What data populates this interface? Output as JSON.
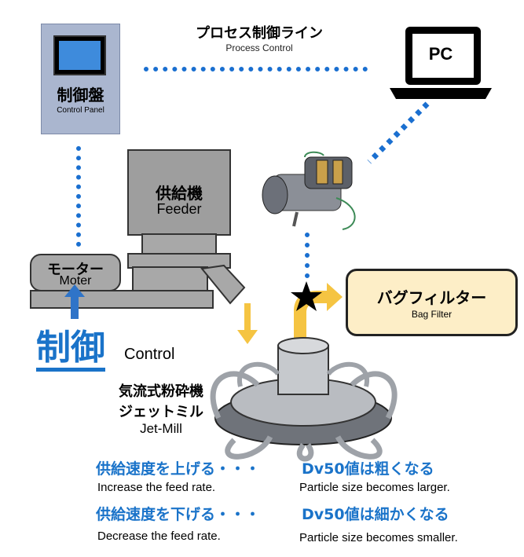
{
  "control_panel": {
    "title": "制御盤",
    "subtitle": "Control Panel"
  },
  "process_line": {
    "title": "プロセス制御ライン",
    "subtitle": "Process Control"
  },
  "pc": {
    "label": "PC"
  },
  "feeder": {
    "title": "供給機",
    "subtitle": "Feeder"
  },
  "motor": {
    "title": "モーター",
    "subtitle": "Moter"
  },
  "bag_filter": {
    "title": "バグフィルター",
    "subtitle": "Bag Filter"
  },
  "control": {
    "title": "制御",
    "subtitle": "Control"
  },
  "jet_mill": {
    "line1": "気流式粉砕機",
    "line2": "ジェットミル",
    "line3": "Jet-Mill"
  },
  "rules": [
    {
      "action_jp": "供給速度を上げる・・・",
      "result_jp": "Dv50値は粗くなる",
      "action_en": "Increase the feed rate.",
      "result_en": "Particle size becomes larger."
    },
    {
      "action_jp": "供給速度を下げる・・・",
      "result_jp": "Dv50値は細かくなる",
      "action_en": "Decrease the feed rate.",
      "result_en": "Particle size becomes smaller."
    }
  ],
  "colors": {
    "accent": "#1a73c9",
    "link_dots": "#1a6fd0",
    "flow_arrow": "#f5c442",
    "bag_fill": "#fdeec7",
    "machine_gray": "#a8a8a8"
  }
}
